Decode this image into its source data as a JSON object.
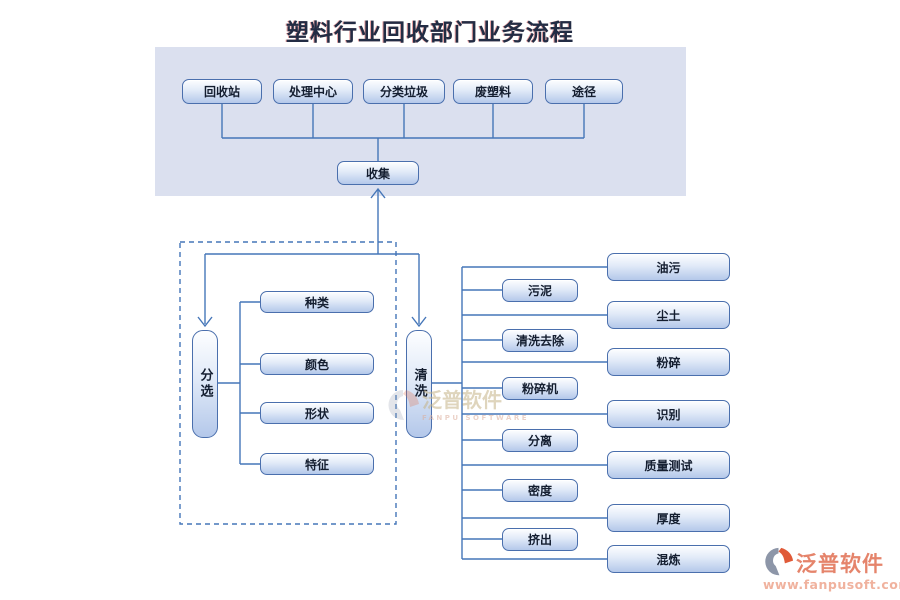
{
  "title": "塑料行业回收部门业务流程",
  "banner": {
    "buttons": [
      {
        "label": "回收站"
      },
      {
        "label": "处理中心"
      },
      {
        "label": "分类垃圾"
      },
      {
        "label": "废塑料"
      },
      {
        "label": "途径"
      }
    ],
    "collect_label": "收集"
  },
  "flow": {
    "sorting": {
      "pill_label": "分选",
      "items": [
        "种类",
        "颜色",
        "形状",
        "特征"
      ]
    },
    "washing": {
      "pill_label": "清洗",
      "small_items": [
        "污泥",
        "清洗去除",
        "粉碎机",
        "分离",
        "密度",
        "挤出"
      ],
      "large_items": [
        "油污",
        "尘土",
        "粉碎",
        "识别",
        "质量测试",
        "厚度",
        "混炼"
      ]
    }
  },
  "watermark": {
    "text": "泛普软件",
    "subtext": "FANPU SOFTWARE"
  },
  "logo": {
    "text": "泛普软件",
    "url": "www.fanpusoft.com"
  },
  "colors": {
    "banner_bg": "#dbe0ef",
    "node_border": "#4a6fad",
    "node_fill_bottom": "#b4c8ea",
    "connector": "#4576b8",
    "title_text": "#222c44",
    "brand_orange": "#e5846b"
  }
}
